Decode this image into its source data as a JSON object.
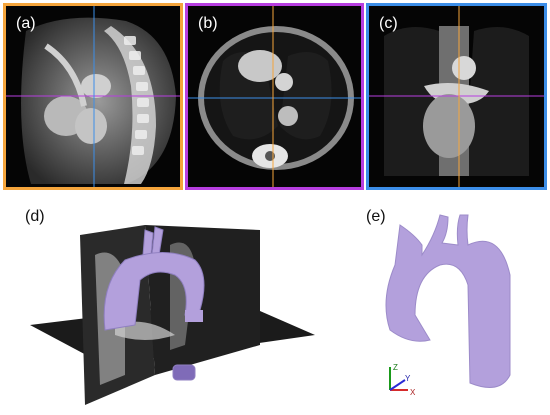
{
  "panels": {
    "a": {
      "label": "(a)",
      "frame_color": "#f5a53c"
    },
    "b": {
      "label": "(b)",
      "frame_color": "#b73ee0"
    },
    "c": {
      "label": "(c)",
      "frame_color": "#3c8ee8"
    }
  },
  "views": {
    "d": {
      "label": "(d)"
    },
    "e": {
      "label": "(e)"
    }
  },
  "crosshair_colors": {
    "horizontal_a": "#b73ee0",
    "vertical_a": "#3c8ee8",
    "horizontal_b": "#3c8ee8",
    "vertical_b": "#f5a53c",
    "horizontal_c": "#b73ee0",
    "vertical_c": "#f5a53c"
  },
  "segmentation_color": "#b3a0dc",
  "axis_triad": {
    "z": "Z",
    "y": "Y",
    "x": "X"
  }
}
